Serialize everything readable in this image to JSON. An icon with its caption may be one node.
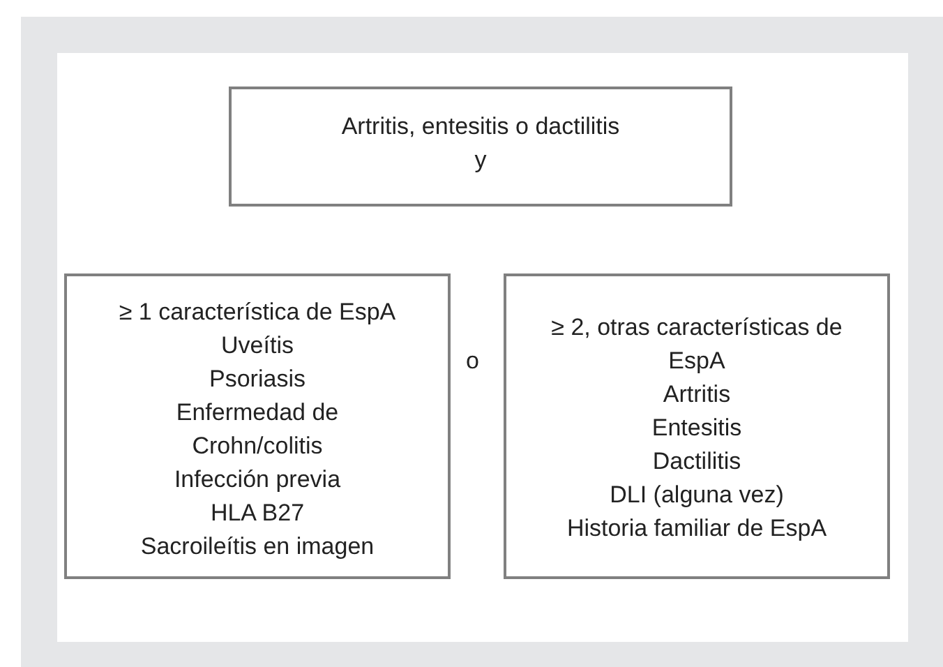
{
  "diagram": {
    "nodes": [
      {
        "text": [
          "Artritis, entesitis o dactilitis",
          "y"
        ]
      },
      {
        "text": [
          "≥ 1 característica de EspA",
          "Uveítis",
          "Psoriasis",
          "Enfermedad de Crohn/colitis",
          "Infección previa",
          "HLA B27",
          "Sacroileítis en imagen"
        ]
      },
      {
        "text": [
          "≥ 2, otras características de EspA",
          "Artritis",
          "Entesitis",
          "Dactilitis",
          "DLI (alguna vez)",
          "Historia familiar de EspA"
        ]
      }
    ],
    "labels": [
      "o"
    ]
  }
}
